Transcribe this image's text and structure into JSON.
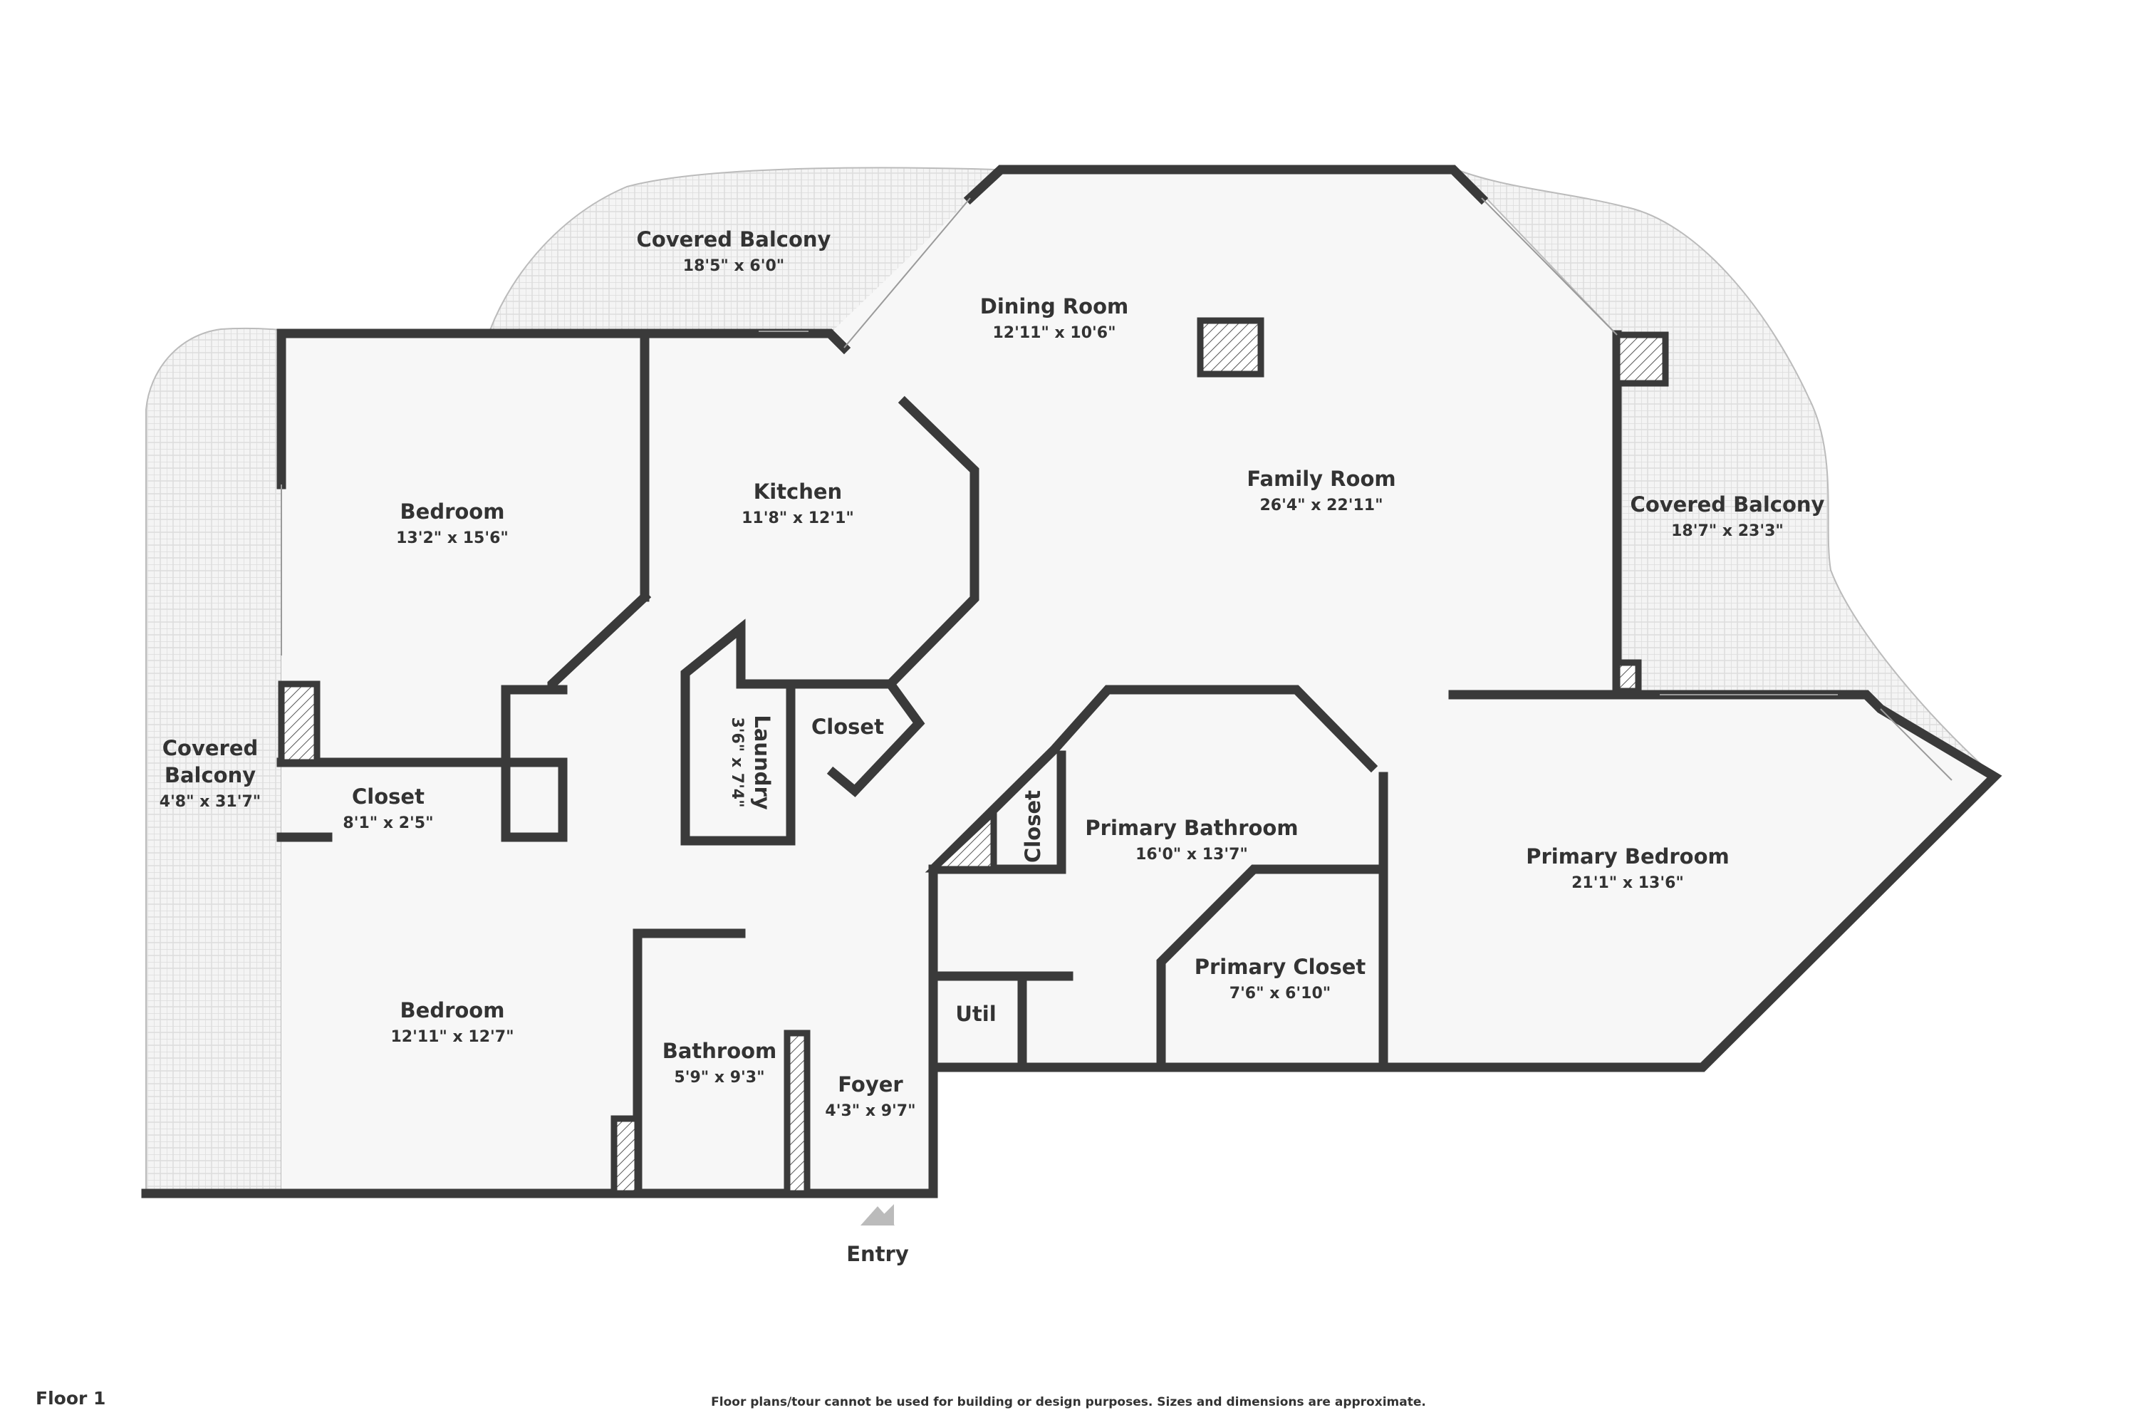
{
  "rooms": {
    "covered_balcony_top": {
      "name": "Covered Balcony",
      "dims": "18'5\" x 6'0\""
    },
    "covered_balcony_left": {
      "name_line1": "Covered",
      "name_line2": "Balcony",
      "dims": "4'8\" x 31'7\""
    },
    "covered_balcony_right": {
      "name": "Covered Balcony",
      "dims": "18'7\" x 23'3\""
    },
    "dining_room": {
      "name": "Dining Room",
      "dims": "12'11\" x 10'6\""
    },
    "family_room": {
      "name": "Family Room",
      "dims": "26'4\" x 22'11\""
    },
    "kitchen": {
      "name": "Kitchen",
      "dims": "11'8\" x 12'1\""
    },
    "bedroom_top": {
      "name": "Bedroom",
      "dims": "13'2\" x 15'6\""
    },
    "bedroom_bottom": {
      "name": "Bedroom",
      "dims": "12'11\" x 12'7\""
    },
    "closet_left": {
      "name": "Closet",
      "dims": "8'1\" x 2'5\""
    },
    "laundry": {
      "name": "Laundry",
      "dims": "3'6\" x 7'4\""
    },
    "closet_center": {
      "name": "Closet"
    },
    "closet_bath": {
      "name": "Closet"
    },
    "primary_bathroom": {
      "name": "Primary Bathroom",
      "dims": "16'0\" x 13'7\""
    },
    "primary_closet": {
      "name": "Primary Closet",
      "dims": "7'6\" x 6'10\""
    },
    "primary_bedroom": {
      "name": "Primary Bedroom",
      "dims": "21'1\" x 13'6\""
    },
    "util": {
      "name": "Util"
    },
    "bathroom": {
      "name": "Bathroom",
      "dims": "5'9\" x 9'3\""
    },
    "foyer": {
      "name": "Foyer",
      "dims": "4'3\" x 9'7\""
    }
  },
  "entry": {
    "label": "Entry"
  },
  "floor_label": "Floor 1",
  "disclaimer": "Floor plans/tour cannot be used for building or design purposes. Sizes and dimensions are approximate."
}
